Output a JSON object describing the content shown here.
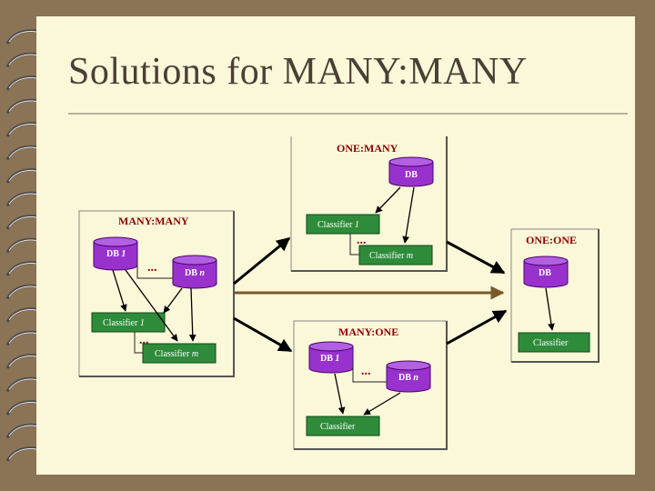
{
  "slide": {
    "title": "Solutions for MANY:MANY"
  },
  "panels": {
    "many_many": {
      "label": "MANY:MANY",
      "db_1": "DB ",
      "db_1_italic": "1",
      "db_n": "DB ",
      "db_n_italic": "n",
      "classifier_1": "Classifier ",
      "classifier_1_italic": "1",
      "classifier_n": "Classifier ",
      "classifier_n_italic": "m",
      "dots_db": "...",
      "dots_cl": "..."
    },
    "one_many": {
      "label": "ONE:MANY",
      "db": "DB",
      "classifier_1": "Classifier ",
      "classifier_1_italic": "1",
      "classifier_n": "Classifier ",
      "classifier_n_italic": "m",
      "dots": "..."
    },
    "many_one": {
      "label": "MANY:ONE",
      "db_1": "DB ",
      "db_1_italic": "1",
      "db_n": "DB ",
      "db_n_italic": "n",
      "classifier": "Classifier",
      "dots": "..."
    },
    "one_one": {
      "label": "ONE:ONE",
      "db": "DB",
      "classifier": "Classifier"
    }
  },
  "colors": {
    "db": "#9932cc",
    "classifier": "#2e8b3a",
    "label": "#8b0000",
    "arrow_mid": "#7a5a2a"
  }
}
